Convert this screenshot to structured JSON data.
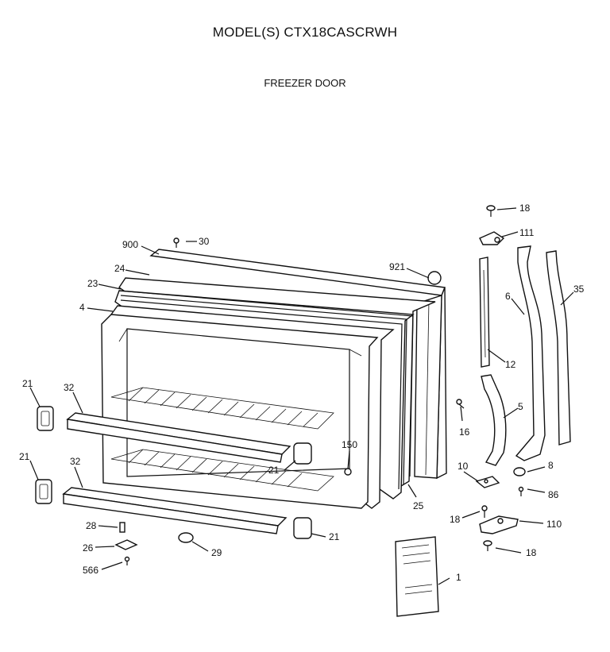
{
  "header": {
    "model_title": "MODEL(S) CTX18CASCRWH",
    "section_title": "FREEZER DOOR"
  },
  "callouts": {
    "c18a": "18",
    "c111": "111",
    "c900": "900",
    "c30": "30",
    "c921": "921",
    "c24": "24",
    "c23": "23",
    "c35": "35",
    "c6": "6",
    "c4": "4",
    "c12": "12",
    "c21a": "21",
    "c32a": "32",
    "c16": "16",
    "c5": "5",
    "c150": "150",
    "c21b": "21",
    "c21c": "21",
    "c32b": "32",
    "c10": "10",
    "c8": "8",
    "c25": "25",
    "c86": "86",
    "c18b": "18",
    "c110": "110",
    "c28": "28",
    "c21d": "21",
    "c26": "26",
    "c29": "29",
    "c18c": "18",
    "c566": "566",
    "c1": "1"
  }
}
